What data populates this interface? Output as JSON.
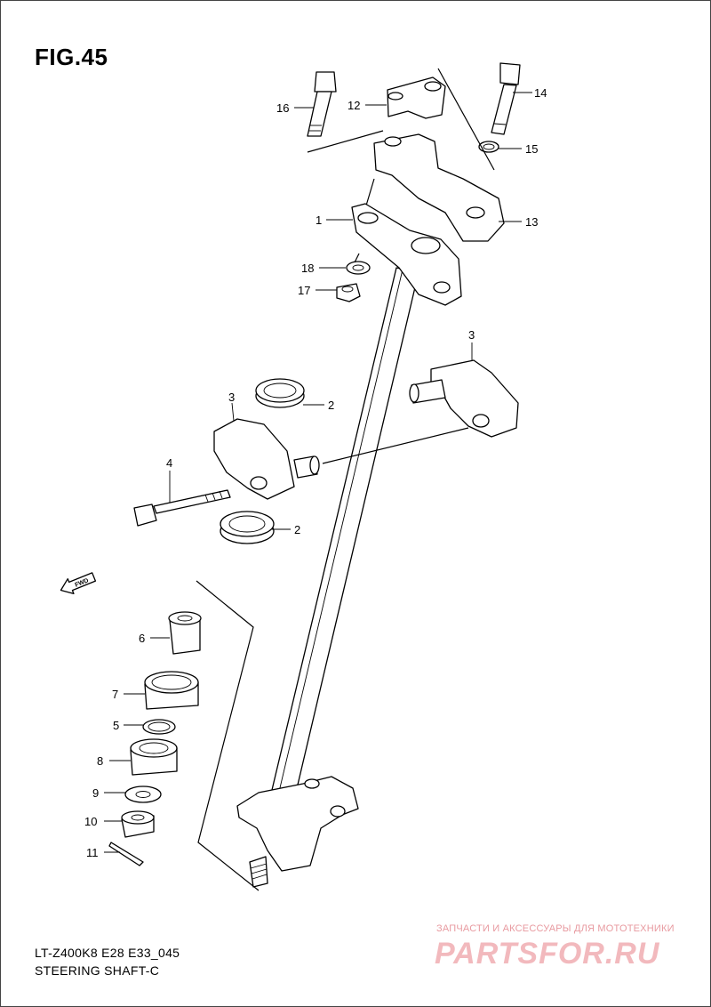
{
  "figure": {
    "title": "FIG.45",
    "model_code": "LT-Z400K8 E28 E33_045",
    "name": "STEERING SHAFT-C"
  },
  "fwd_arrow": {
    "label": "FWD"
  },
  "watermark": {
    "tagline": "ЗАПЧАСТИ И АКСЕССУАРЫ ДЛЯ МОТОТЕХНИКИ",
    "logo": "PARTSFOR.RU"
  },
  "callouts": [
    {
      "number": "16"
    },
    {
      "number": "12"
    },
    {
      "number": "14"
    },
    {
      "number": "15"
    },
    {
      "number": "1"
    },
    {
      "number": "13"
    },
    {
      "number": "18"
    },
    {
      "number": "17"
    },
    {
      "number": "3"
    },
    {
      "number": "3"
    },
    {
      "number": "2"
    },
    {
      "number": "4"
    },
    {
      "number": "2"
    },
    {
      "number": "6"
    },
    {
      "number": "7"
    },
    {
      "number": "5"
    },
    {
      "number": "8"
    },
    {
      "number": "9"
    },
    {
      "number": "10"
    },
    {
      "number": "11"
    }
  ]
}
